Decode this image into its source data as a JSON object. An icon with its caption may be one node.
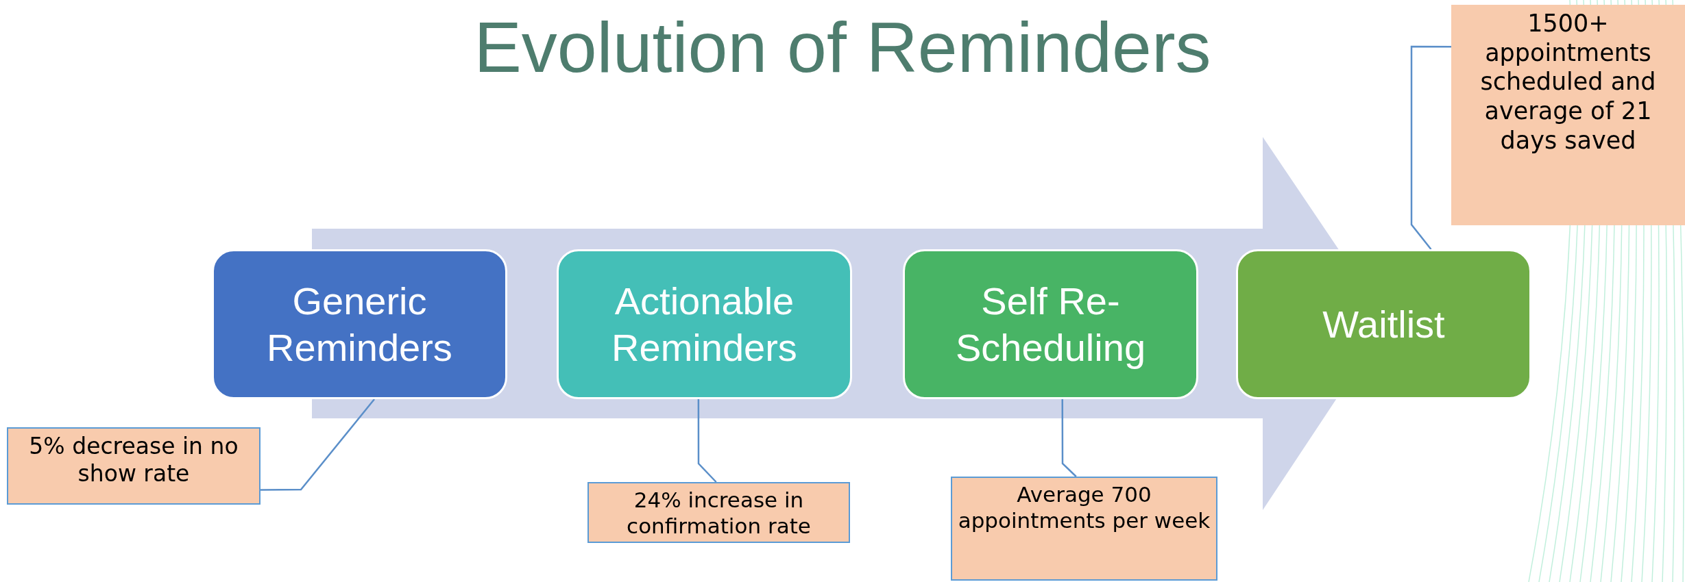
{
  "diagram": {
    "title": "Evolution of Reminders",
    "nodes": [
      {
        "text": [
          "Generic Reminders"
        ]
      },
      {
        "text": [
          "Actionable Reminders"
        ]
      },
      {
        "text": [
          "Self Re-Scheduling"
        ]
      },
      {
        "text": [
          "Waitlist"
        ]
      },
      {
        "text": [
          "5% decrease in no show rate"
        ]
      },
      {
        "text": [
          "24% increase in confirmation rate"
        ]
      },
      {
        "text": [
          "Average 700 appointments per week"
        ]
      },
      {
        "text": [
          "1500+ appointments scheduled and average of 21 days saved"
        ]
      }
    ],
    "edges": [
      {
        "from": 4,
        "to": 0,
        "arrow": "none"
      },
      {
        "from": 5,
        "to": 1,
        "arrow": "none"
      },
      {
        "from": 6,
        "to": 2,
        "arrow": "none"
      },
      {
        "from": 7,
        "to": 3,
        "arrow": "none"
      }
    ]
  }
}
